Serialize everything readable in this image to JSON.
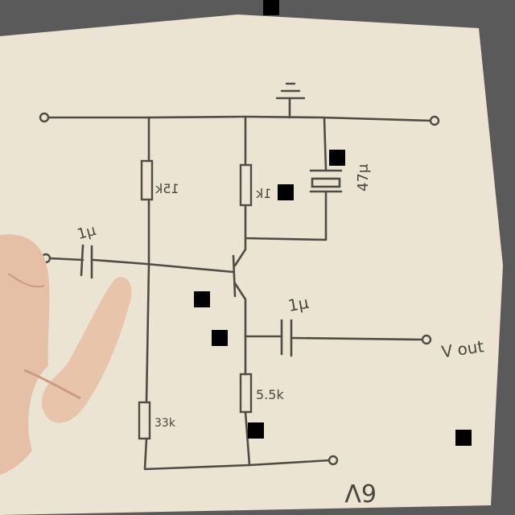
{
  "colors": {
    "background": "#5a5a5a",
    "paper": "#ece4d3",
    "ink": "#4f4b45",
    "skin": "#e6c0a6",
    "skin_shadow": "#c99c82",
    "marker": "#000000"
  },
  "components": {
    "resistor_top_left": "15k",
    "resistor_top_right": "1k",
    "capacitor_right": "47μ",
    "capacitor_input": "1μ",
    "capacitor_output": "1μ",
    "resistor_bottom_left": "33k",
    "resistor_bottom_right": "5.5k"
  },
  "terminals": {
    "output": "V out",
    "bottom": "6V"
  }
}
